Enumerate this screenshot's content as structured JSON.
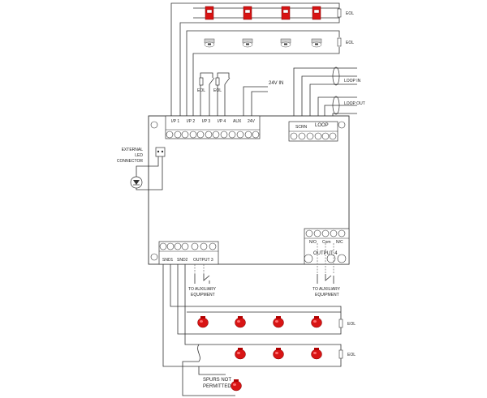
{
  "labels": {
    "eol": "EOL",
    "in_24v": "24V IN",
    "loop_in": "LOOP IN",
    "loop_out": "LOOP OUT",
    "loop": "LOOP",
    "screen": "SCRN",
    "aux": "AUX",
    "v24": "24V",
    "ext_led_1": "EXTERNAL",
    "ext_led_2": "LED",
    "ext_led_3": "CONNECTOR",
    "to_aux_1": "TO AUXILIARY",
    "to_aux_2": "EQUIPMENT",
    "spurs_1": "SPURS NOT",
    "spurs_2": "PERMITTED",
    "output4": "OUTPUT 4",
    "output3": "OUTPUT 3",
    "snd1": "SND1",
    "snd2": "SND2",
    "no": "N/O",
    "com": "Com",
    "nc": "N/C",
    "ip1": "I/P 1",
    "ip2": "I/P 2",
    "ip3": "I/P 3",
    "ip4": "I/P 4",
    "plus": "+",
    "minus": "−"
  }
}
